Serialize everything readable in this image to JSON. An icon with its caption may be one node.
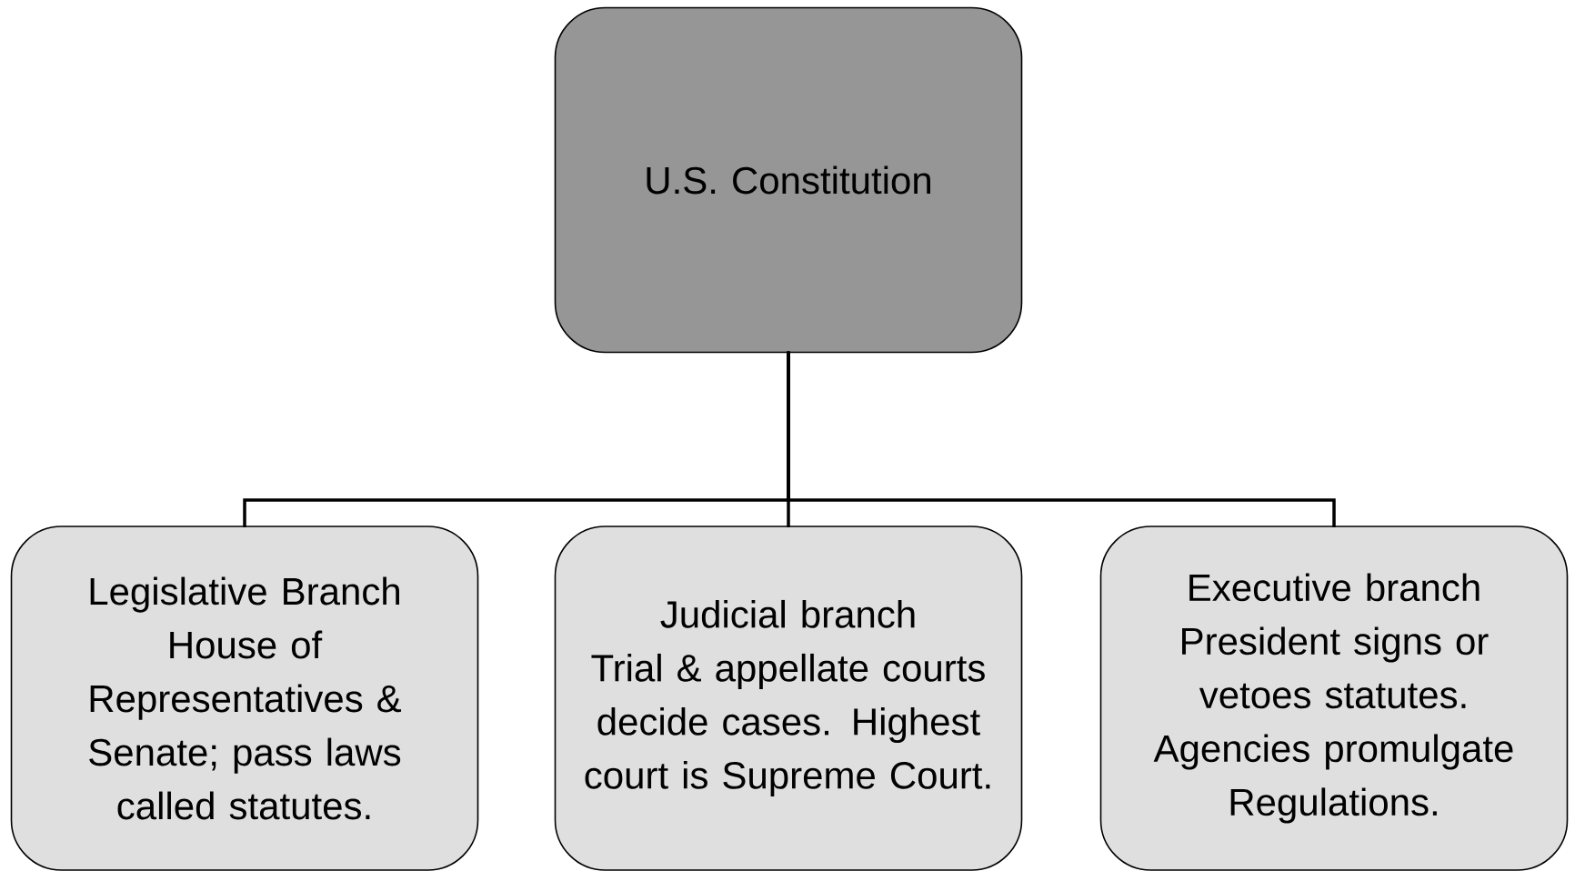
{
  "diagram": {
    "nodes": [
      {
        "text": [
          "U.S. Constitution"
        ]
      },
      {
        "text": [
          "Legislative Branch",
          "House of Representatives & Senate; pass laws called statutes."
        ]
      },
      {
        "text": [
          "Judicial branch",
          "Trial & appellate courts decide cases. Highest court is Supreme Court."
        ]
      },
      {
        "text": [
          "Executive branch",
          "President signs or vetoes statutes. Agencies promulgate Regulations."
        ]
      }
    ],
    "edges": [
      {
        "from": 0,
        "to": 1,
        "arrow": "none"
      },
      {
        "from": 0,
        "to": 2,
        "arrow": "none"
      },
      {
        "from": 0,
        "to": 3,
        "arrow": "none"
      }
    ]
  }
}
